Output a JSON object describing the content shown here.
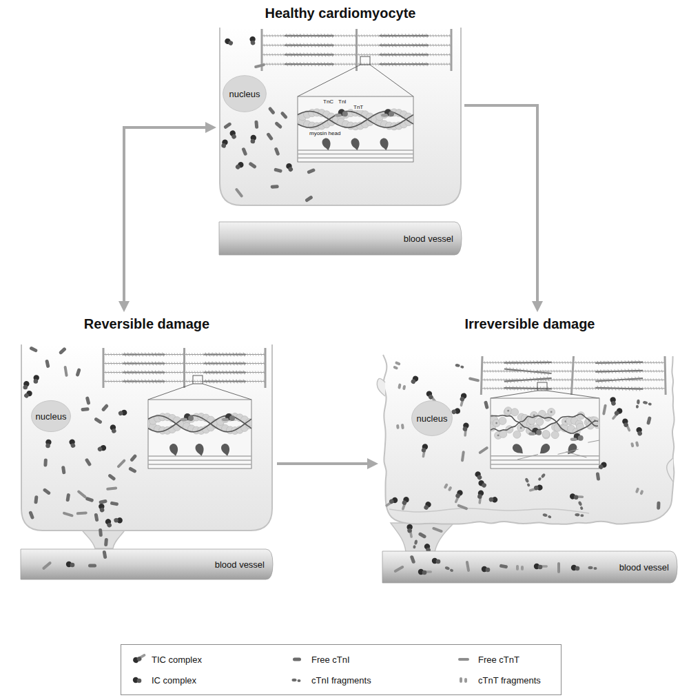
{
  "diagram": {
    "nodes": [
      {
        "text": [
          "Healthy cardiomyocyte"
        ]
      },
      {
        "text": [
          "nucleus"
        ],
        "in": 0
      },
      {
        "text": [
          "blood vessel"
        ]
      },
      {
        "text": [
          "Reversible damage"
        ]
      },
      {
        "text": [
          "nucleus"
        ],
        "in": 3
      },
      {
        "text": [
          "blood vessel"
        ]
      },
      {
        "text": [
          "Irreversible damage"
        ]
      },
      {
        "text": [
          "nucleus"
        ],
        "in": 6
      },
      {
        "text": [
          "blood vessel"
        ]
      }
    ],
    "edges": [
      {
        "from": 0,
        "to": 3,
        "arrow": "both"
      },
      {
        "from": 0,
        "to": 6,
        "arrow": "to"
      },
      {
        "from": 3,
        "to": 6,
        "arrow": "to"
      }
    ],
    "labels": [
      "TnC",
      "TnI",
      "TnT",
      "myosin head"
    ],
    "legend": [
      {
        "text": "TIC complex"
      },
      {
        "text": "Free cTnI"
      },
      {
        "text": "Free cTnT"
      },
      {
        "text": "IC complex"
      },
      {
        "text": "cTnI fragments"
      },
      {
        "text": "cTnT fragments"
      }
    ]
  }
}
